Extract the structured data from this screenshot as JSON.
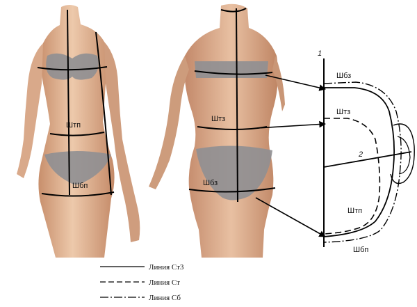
{
  "front_figure": {
    "labels": {
      "waist": "Штп",
      "hip": "Шбп"
    }
  },
  "back_figure": {
    "labels": {
      "waist": "Штз",
      "hip": "Шбз"
    }
  },
  "pattern": {
    "marker_1": "1",
    "marker_2": "2",
    "labels": {
      "back_chest": "Шбз",
      "back_waist": "Штз",
      "front_waist": "Штп",
      "front_hip": "Шбп"
    }
  },
  "legend": {
    "items": [
      {
        "style": "solid",
        "label": "Линия Ст3"
      },
      {
        "style": "dashed",
        "label": "Линия Ст"
      },
      {
        "style": "dashdot",
        "label": "Линия Сб"
      }
    ]
  },
  "colors": {
    "skin_light": "#e9c2a4",
    "skin_dark": "#c88f6c",
    "underwear": "#8f8f92",
    "line": "#000000"
  }
}
